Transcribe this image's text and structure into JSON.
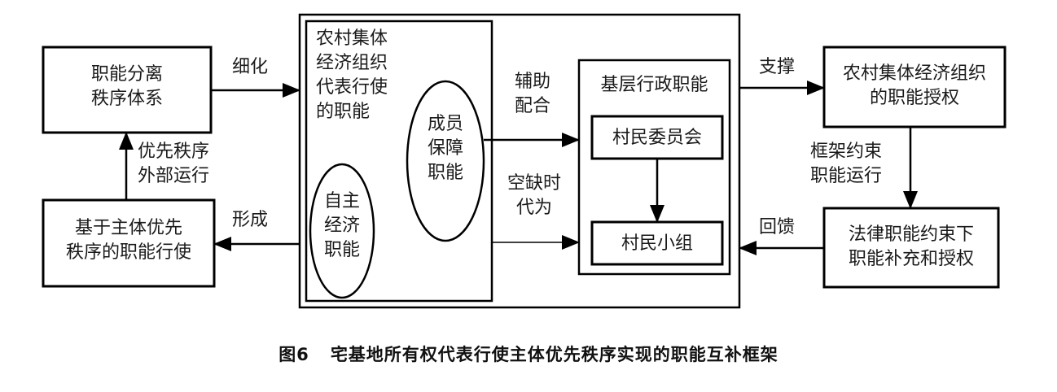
{
  "boxes": {
    "separation": {
      "line1": "职能分离",
      "line2": "秩序体系"
    },
    "exercise": {
      "line1": "基于主体优先",
      "line2": "秩序的职能行使"
    },
    "collective": {
      "line1": "农村集体",
      "line2": "经济组织",
      "line3": "代表行使",
      "line4": "的职能"
    },
    "autonomous": {
      "line1": "自主",
      "line2": "经济",
      "line3": "职能"
    },
    "member": {
      "line1": "成员",
      "line2": "保障",
      "line3": "职能"
    },
    "admin": {
      "title": "基层行政职能",
      "committee": "村民委员会",
      "group": "村民小组"
    },
    "authorization": {
      "line1": "农村集体经济组织",
      "line2": "的职能授权"
    },
    "legal": {
      "line1": "法律职能约束下",
      "line2": "职能补充和授权"
    }
  },
  "edges": {
    "refine": "细化",
    "form": "形成",
    "priority": {
      "line1": "优先秩序",
      "line2": "外部运行"
    },
    "assist": {
      "line1": "辅助",
      "line2": "配合"
    },
    "vacancy": {
      "line1": "空缺时",
      "line2": "代为"
    },
    "support": "支撑",
    "frame": {
      "line1": "框架约束",
      "line2": "职能运行"
    },
    "feedback": "回馈"
  },
  "caption": {
    "figure": "图6",
    "title": "宅基地所有权代表行使主体优先秩序实现的职能互补框架"
  }
}
